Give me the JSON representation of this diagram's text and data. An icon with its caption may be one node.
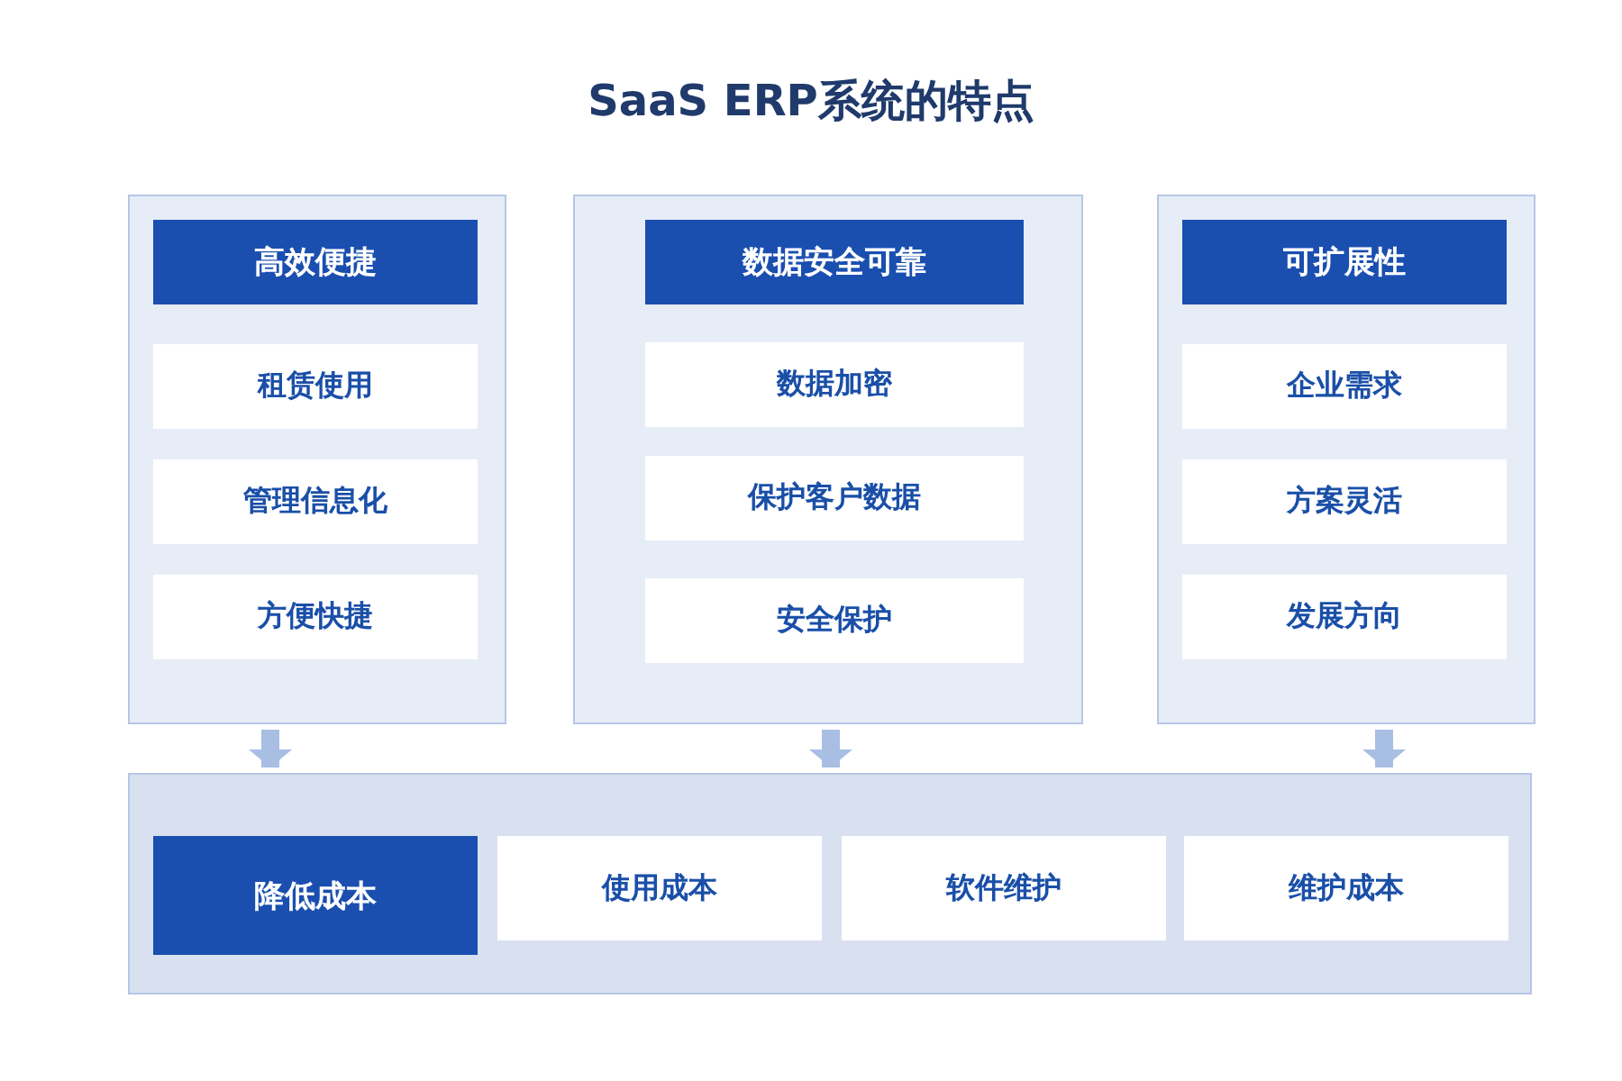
{
  "diagram": {
    "title": "SaaS ERP系统的特点",
    "nodes": [
      {
        "text": [],
        "shape": "box"
      },
      {
        "text": [
          "高效便捷"
        ],
        "in": 0
      },
      {
        "text": [
          "租赁使用"
        ],
        "in": 0
      },
      {
        "text": [
          "管理信息化"
        ],
        "in": 0
      },
      {
        "text": [
          "方便快捷"
        ],
        "in": 0
      },
      {
        "text": [],
        "shape": "box"
      },
      {
        "text": [
          "数据安全可靠"
        ],
        "in": 5
      },
      {
        "text": [
          "数据加密"
        ],
        "in": 5
      },
      {
        "text": [
          "保护客户数据"
        ],
        "in": 5
      },
      {
        "text": [
          "安全保护"
        ],
        "in": 5
      },
      {
        "text": [],
        "shape": "box"
      },
      {
        "text": [
          "可扩展性"
        ],
        "in": 10
      },
      {
        "text": [
          "企业需求"
        ],
        "in": 10
      },
      {
        "text": [
          "方案灵活"
        ],
        "in": 10
      },
      {
        "text": [
          "发展方向"
        ],
        "in": 10
      },
      {
        "text": [],
        "shape": "box"
      },
      {
        "text": [
          "降低成本"
        ],
        "in": 15
      },
      {
        "text": [
          "使用成本"
        ],
        "in": 15
      },
      {
        "text": [
          "软件维护"
        ],
        "in": 15
      },
      {
        "text": [
          "维护成本"
        ],
        "in": 15
      }
    ],
    "edges": [
      {
        "from": 0,
        "to": 15,
        "arrow": "to"
      },
      {
        "from": 5,
        "to": 15,
        "arrow": "to"
      },
      {
        "from": 10,
        "to": 15,
        "arrow": "to"
      }
    ]
  }
}
